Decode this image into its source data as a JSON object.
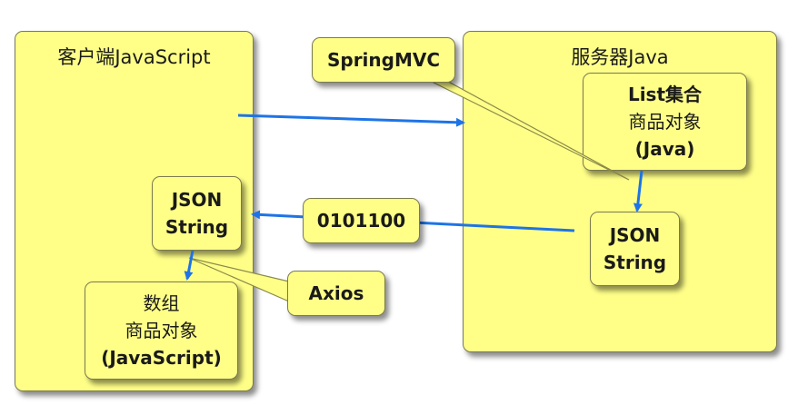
{
  "client": {
    "title": "客户端JavaScript",
    "json_node": {
      "line1": "JSON",
      "line2": "String"
    },
    "array_node": {
      "line1": "数组",
      "line2": "商品对象",
      "line3": "(JavaScript)"
    }
  },
  "server": {
    "title": "服务器Java",
    "list_node": {
      "line1": "List集合",
      "line2": "商品对象",
      "line3": "(Java)"
    },
    "json_node": {
      "line1": "JSON",
      "line2": "String"
    }
  },
  "callouts": {
    "springmvc": "SpringMVC",
    "binary": "0101100",
    "axios": "Axios"
  },
  "colors": {
    "box_fill": "#ffff88",
    "arrow": "#1e74e6",
    "callout_line": "#8a8a4a"
  }
}
